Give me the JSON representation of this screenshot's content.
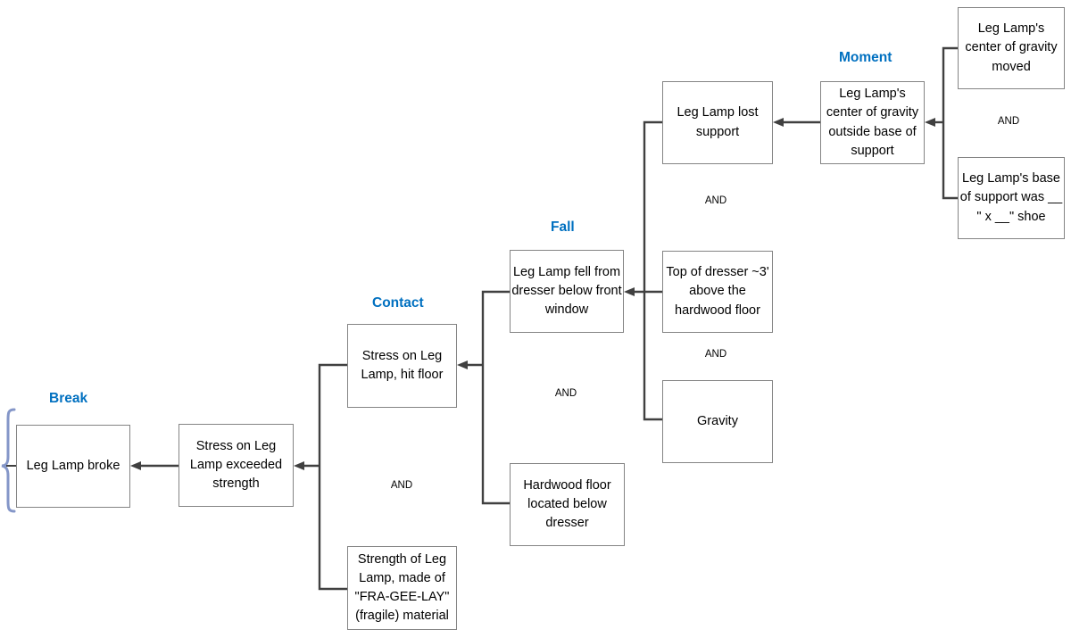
{
  "sections": {
    "break": "Break",
    "contact": "Contact",
    "fall": "Fall",
    "moment": "Moment"
  },
  "labels": {
    "and": "AND"
  },
  "nodes": {
    "broke": "Leg Lamp broke",
    "exceeded": "Stress on Leg Lamp exceeded strength",
    "hit_floor": "Stress on Leg Lamp, hit floor",
    "fragile": "Strength of Leg Lamp, made of \"FRA-GEE-LAY\" (fragile) material",
    "fell": "Leg Lamp fell from dresser below front window",
    "hardwood": "Hardwood floor located below dresser",
    "lost_support": "Leg Lamp lost support",
    "top_dresser": "Top of dresser ~3' above the hardwood floor",
    "gravity": "Gravity",
    "cog_outside": "Leg Lamp's center of gravity outside base of support",
    "cog_moved": "Leg Lamp's center of gravity moved",
    "base_support": "Leg Lamp's base of support was __ \" x __\" shoe"
  },
  "colors": {
    "section_label": "#0070C0",
    "connector": "#404040",
    "box_border": "#848484",
    "brace": "#8496C8",
    "text": "#000000",
    "background": "#FFFFFF"
  }
}
